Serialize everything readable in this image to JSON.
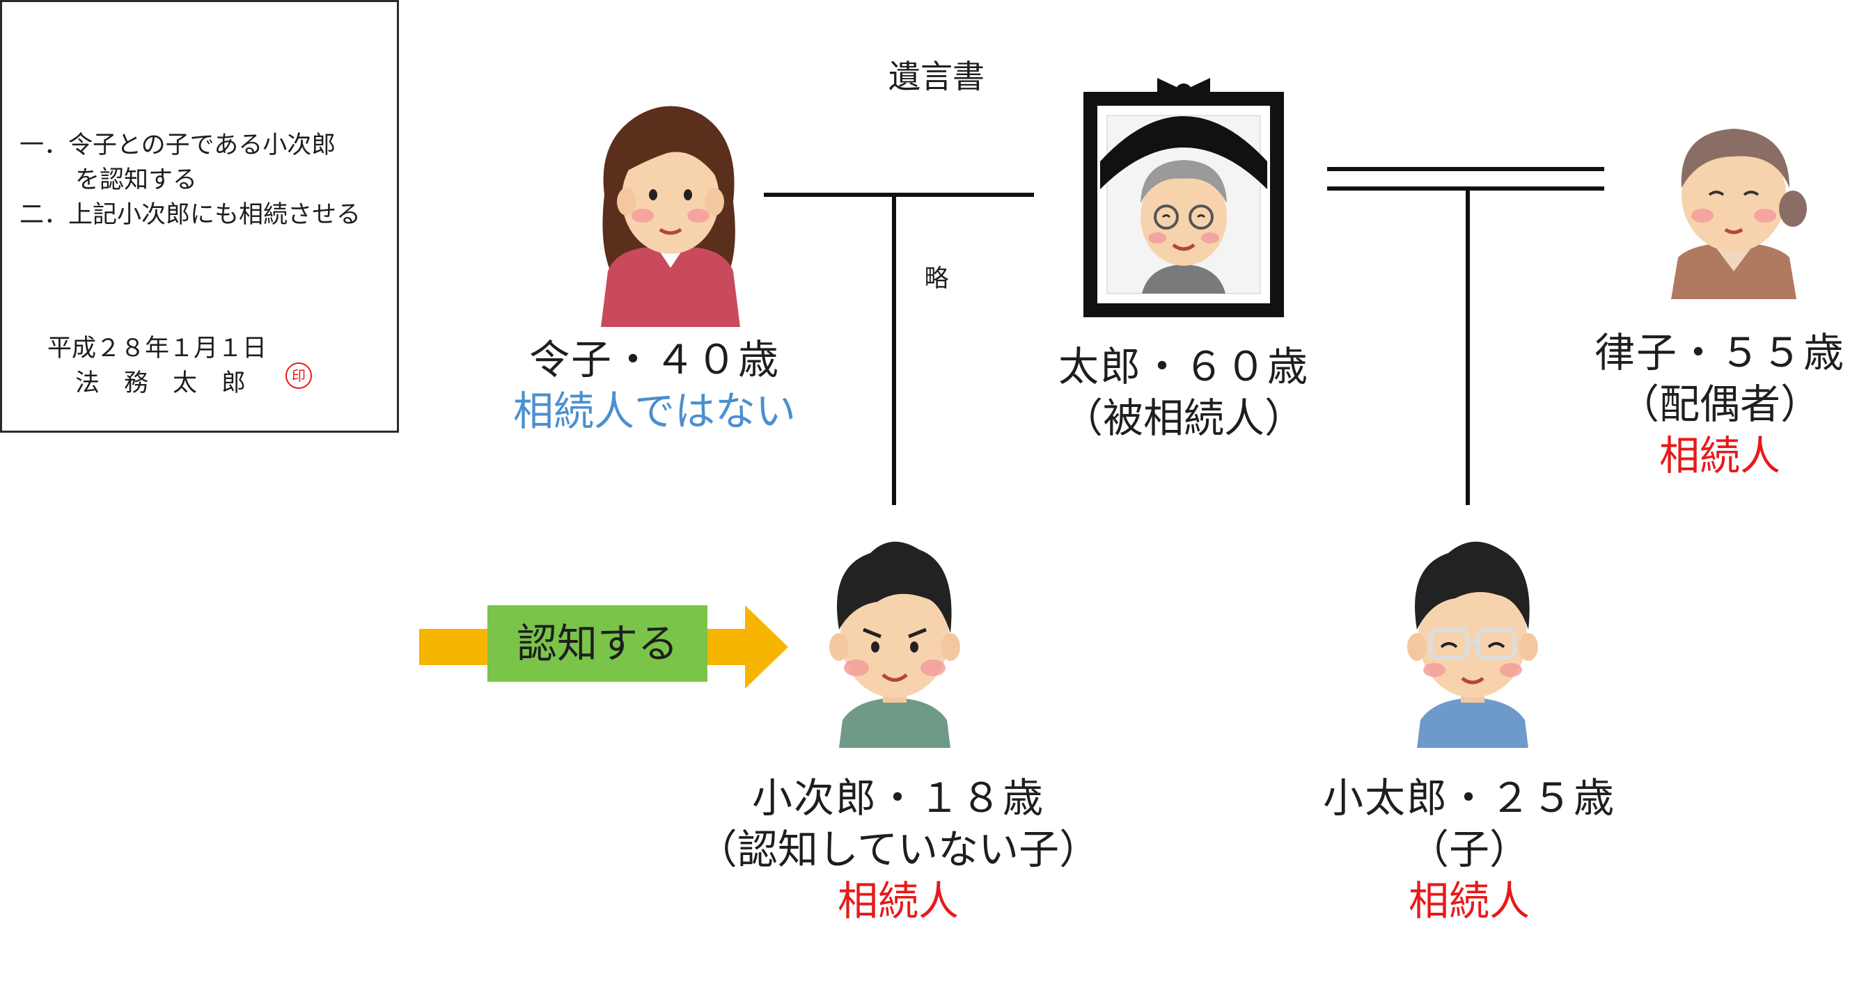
{
  "will": {
    "title": "遺言書",
    "line1": "一．令子との子である小次郎",
    "line2": "を認知する",
    "line3": "二．上記小次郎にも相続させる",
    "line4": "略",
    "date": "平成２８年１月１日",
    "signer": "法　務　太　郎",
    "seal": "印"
  },
  "arrow": {
    "label": "認知する"
  },
  "people": {
    "reiko": {
      "name": "令子・４０歳",
      "status": "相続人ではない"
    },
    "taro": {
      "name": "太郎・６０歳",
      "role": "（被相続人）"
    },
    "ritsuko": {
      "name": "律子・５５歳",
      "role": "（配偶者）",
      "status": "相続人"
    },
    "kojiro": {
      "name": "小次郎・１８歳",
      "role": "（認知していない子）",
      "status": "相続人"
    },
    "kotaro": {
      "name": "小太郎・２５歳",
      "role": "（子）",
      "status": "相続人"
    }
  },
  "colors": {
    "heir": "#e8191a",
    "not_heir": "#4a8fd0",
    "arrow": "#f7b500",
    "arrow_box": "#7ac44a"
  },
  "icons": [
    "woman-40s-avatar",
    "memorial-portrait-elderly-man",
    "elderly-woman-avatar",
    "teen-boy-avatar",
    "young-man-glasses-avatar"
  ]
}
